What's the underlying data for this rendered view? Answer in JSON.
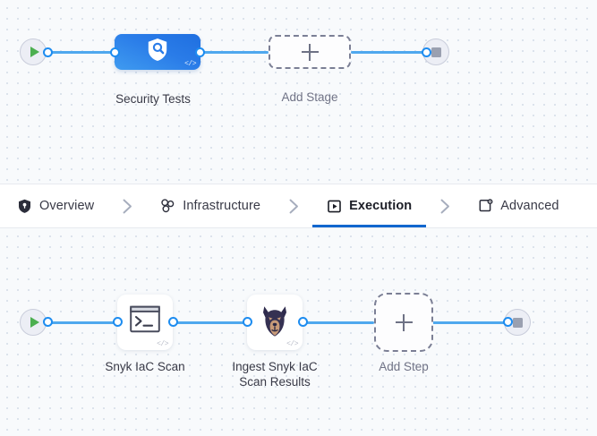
{
  "tabs": [
    {
      "label": "Overview",
      "icon": "shield-icon",
      "active": false
    },
    {
      "label": "Infrastructure",
      "icon": "cluster-icon",
      "active": false
    },
    {
      "label": "Execution",
      "icon": "play-box-icon",
      "active": true
    },
    {
      "label": "Advanced",
      "icon": "card-gear-icon",
      "active": false
    }
  ],
  "separator_glyph": "›",
  "stage_graph": {
    "start_node": {
      "name": "pipeline-start",
      "icon": "play-icon"
    },
    "end_node": {
      "name": "pipeline-end",
      "icon": "stop-icon"
    },
    "nodes": [
      {
        "label": "Security Tests",
        "icon": "shield-search-icon",
        "badge": "</>"
      }
    ],
    "add_button": {
      "label": "Add Stage",
      "icon": "plus-icon"
    }
  },
  "step_graph": {
    "start_node": {
      "name": "execution-start",
      "icon": "play-icon"
    },
    "end_node": {
      "name": "execution-end",
      "icon": "stop-icon"
    },
    "nodes": [
      {
        "label": "Snyk IaC Scan",
        "icon": "terminal-icon",
        "badge": "</>"
      },
      {
        "label": "Ingest Snyk IaC\nScan Results",
        "icon": "snyk-dog-icon",
        "badge": "</>"
      }
    ],
    "add_button": {
      "label": "Add Step",
      "icon": "plus-icon"
    }
  },
  "colors": {
    "accent_blue": "#1267ce",
    "edge_blue": "#4fa8ee",
    "port_blue": "#1d8cf0",
    "node_blue": "#2a7ce8",
    "start_green": "#4caf50",
    "stop_gray": "#9aa0b0",
    "dash_gray": "#7b7f95",
    "canvas_bg": "#f8fafc",
    "grid_dot": "#d3dbe6",
    "text_dark": "#383946",
    "text_muted": "#707386"
  }
}
